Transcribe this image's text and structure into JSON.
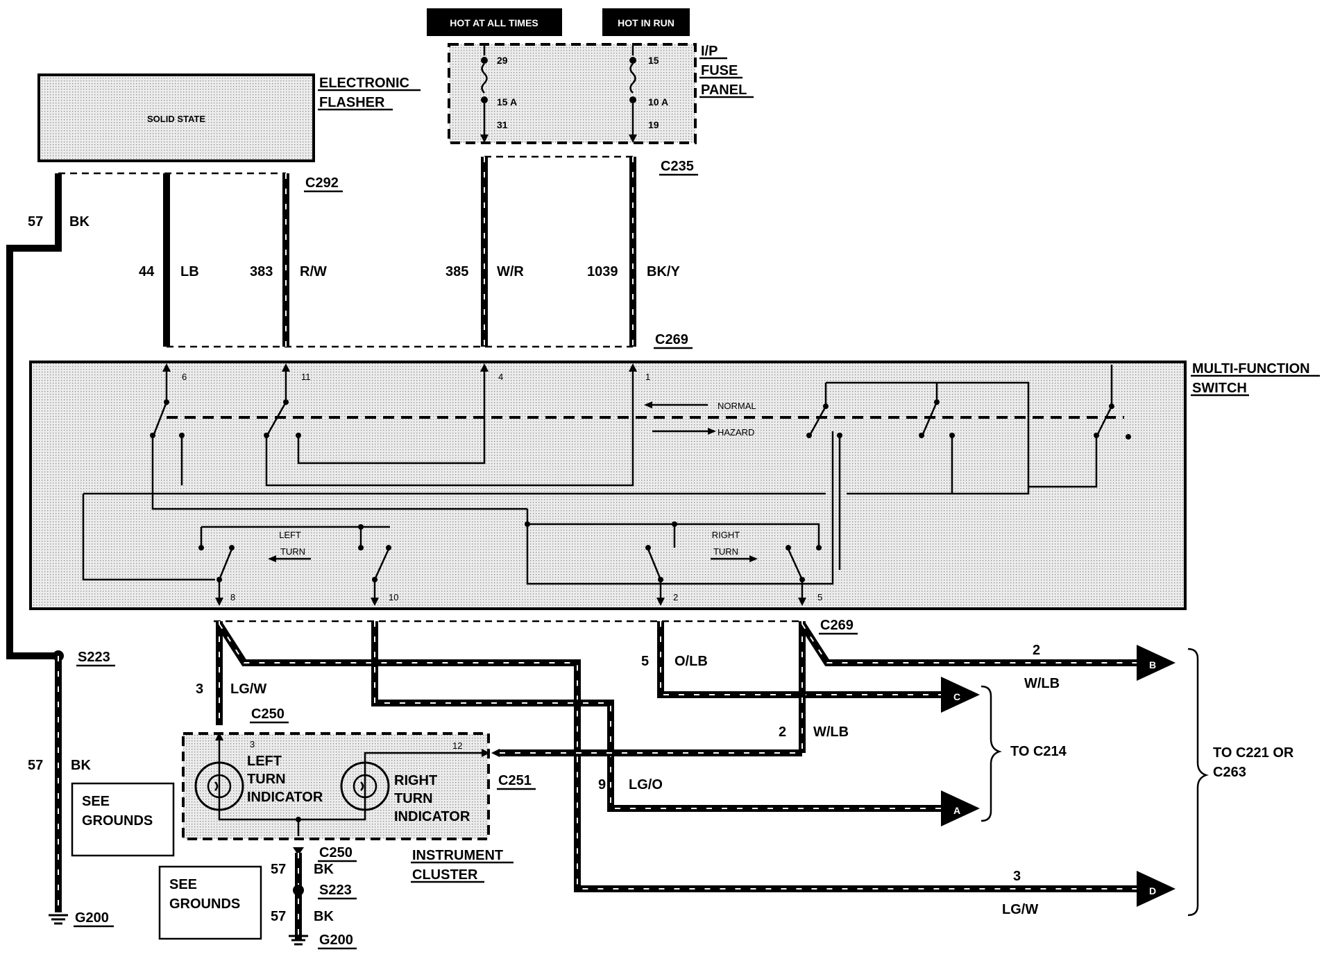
{
  "header": {
    "hot_at_all_times": "HOT AT ALL TIMES",
    "hot_in_run": "HOT IN RUN"
  },
  "fuse_panel": {
    "label_line1": "I/P",
    "label_line2": "FUSE",
    "label_line3": "PANEL",
    "left_fuse": {
      "top": "29",
      "rating": "15 A",
      "bottom": "31"
    },
    "right_fuse": {
      "top": "15",
      "rating": "10 A",
      "bottom": "19"
    }
  },
  "flasher": {
    "inner_text": "SOLID STATE",
    "label_line1": "ELECTRONIC",
    "label_line2": "FLASHER"
  },
  "connectors": {
    "c292": "C292",
    "c235": "C235",
    "c269_top": "C269",
    "c269_bottom": "C269",
    "c250_top": "C250",
    "c250_bottom": "C250",
    "c251": "C251"
  },
  "wires": {
    "w57": {
      "num": "57",
      "color": "BK"
    },
    "w44": {
      "num": "44",
      "color": "LB"
    },
    "w383": {
      "num": "383",
      "color": "R/W"
    },
    "w385": {
      "num": "385",
      "color": "W/R"
    },
    "w1039": {
      "num": "1039",
      "color": "BK/Y"
    },
    "w3": {
      "num": "3",
      "color": "LG/W"
    },
    "w5": {
      "num": "5",
      "color": "O/LB"
    },
    "w2": {
      "num": "2",
      "color": "W/LB"
    },
    "w9": {
      "num": "9",
      "color": "LG/O"
    },
    "w2_out": {
      "num": "2",
      "color": "W/LB"
    },
    "w3_out": {
      "num": "3",
      "color": "LG/W"
    },
    "w57_left": {
      "num": "57",
      "color": "BK"
    },
    "w57_c250": {
      "num": "57",
      "color": "BK"
    },
    "w57_g200": {
      "num": "57",
      "color": "BK"
    }
  },
  "switch": {
    "label_line1": "MULTI-FUNCTION",
    "label_line2": "SWITCH",
    "normal": "NORMAL",
    "hazard": "HAZARD",
    "left_turn_1": "LEFT",
    "left_turn_2": "TURN",
    "right_turn_1": "RIGHT",
    "right_turn_2": "TURN",
    "pins_top": [
      "6",
      "11",
      "4",
      "1"
    ],
    "pins_bottom": [
      "8",
      "10",
      "2",
      "5"
    ]
  },
  "splices": {
    "s223_left": "S223",
    "s223_bottom": "S223",
    "g200_left": "G200",
    "g200_bottom": "G200"
  },
  "see_grounds_1": {
    "line1": "SEE",
    "line2": "GROUNDS"
  },
  "see_grounds_2": {
    "line1": "SEE",
    "line2": "GROUNDS"
  },
  "cluster": {
    "left_1": "LEFT",
    "left_2": "TURN",
    "left_3": "INDICATOR",
    "right_1": "RIGHT",
    "right_2": "TURN",
    "right_3": "INDICATOR",
    "pin_3": "3",
    "pin_12": "12",
    "label_line1": "INSTRUMENT",
    "label_line2": "CLUSTER"
  },
  "outputs": {
    "a": "A",
    "b": "B",
    "c": "C",
    "d": "D",
    "to_c214": "TO C214",
    "to_c221_line1": "TO C221 OR",
    "to_c221_line2": "C263"
  }
}
